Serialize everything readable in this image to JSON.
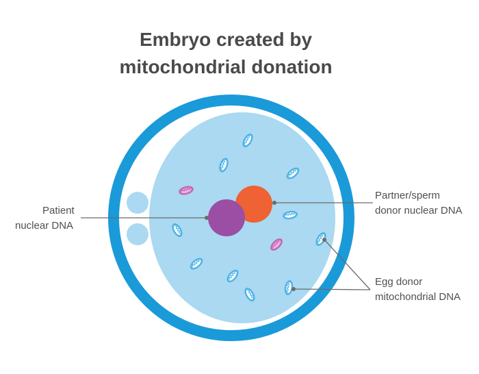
{
  "title": {
    "line1": "Embryo created by",
    "line2": "mitochondrial donation"
  },
  "labels": {
    "patient_line1": "Patient",
    "patient_line2": "nuclear DNA",
    "partner_line1": "Partner/sperm",
    "partner_line2": "donor nuclear DNA",
    "egg_line1": "Egg donor",
    "egg_line2": "mitochondrial DNA"
  },
  "colors": {
    "outer_ring": "#1a9ad8",
    "cell_fill": "#aad9f1",
    "patient_nucleus": "#9b4ea3",
    "partner_nucleus": "#ee6233",
    "donor_mitochondria": "#4fb3e6",
    "patient_mitochondria": "#c466b2",
    "pointer_line": "#6b6b6b"
  }
}
